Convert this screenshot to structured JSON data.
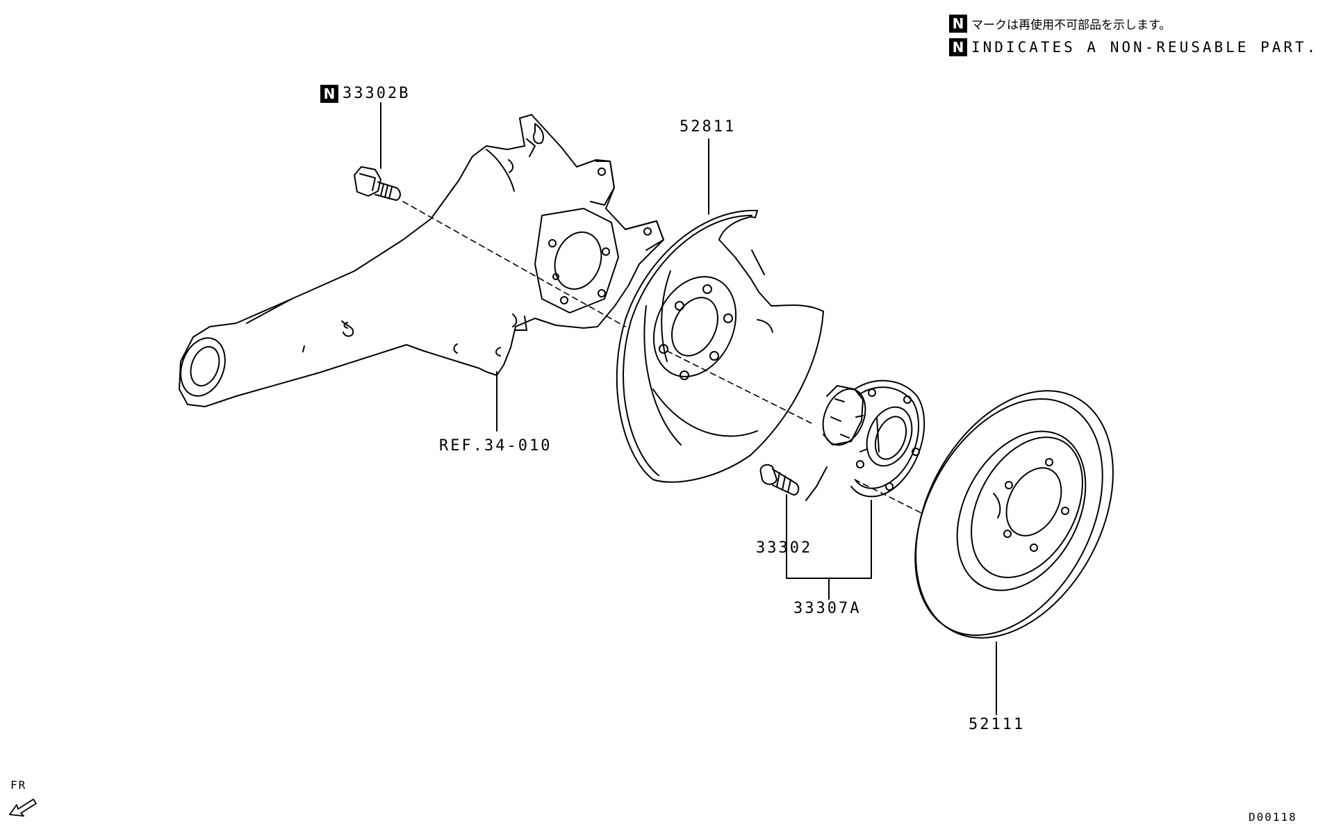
{
  "legend": {
    "badge": "N",
    "line_jp": "マークは再使用不可部品を示します。",
    "line_en": "INDICATES A NON-REUSABLE PART."
  },
  "callouts": {
    "bolt": {
      "badge": "N",
      "code": "33302B"
    },
    "dust_shield": "52811",
    "knuckle_ref": "REF.34-010",
    "hub_bolt": "33302",
    "hub_assembly": "33307A",
    "brake_disc": "52111"
  },
  "direction": {
    "label": "FR"
  },
  "drawing_id": "D00118"
}
